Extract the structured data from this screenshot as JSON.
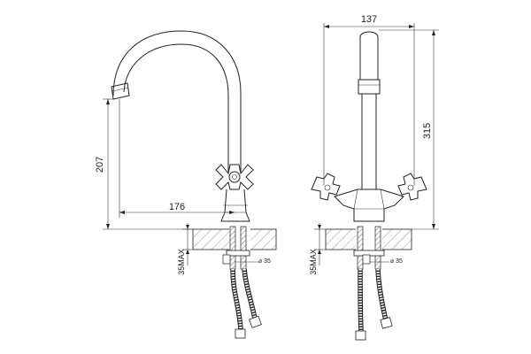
{
  "dimensions": {
    "spout_reach": "176",
    "spout_height": "207",
    "overall_width": "137",
    "overall_height": "315",
    "max_deck_thickness_left": "35MAX",
    "max_deck_thickness_right": "35MAX",
    "shank_diameter_left": "⌀ 35",
    "shank_diameter_right": "⌀ 35"
  }
}
